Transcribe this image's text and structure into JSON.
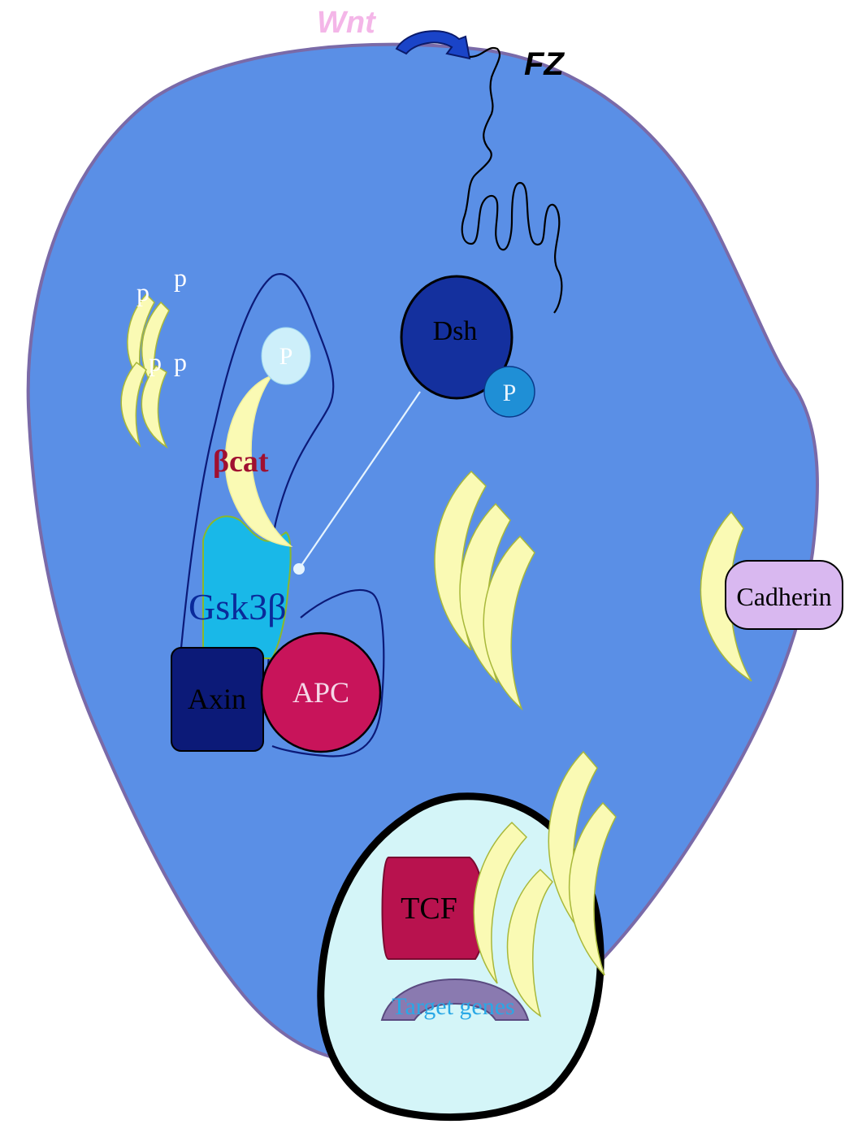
{
  "labels": {
    "wnt": "Wnt",
    "fz": "FZ",
    "dsh": "Dsh",
    "dsh_phospho": "P",
    "bcat_phospho": "P",
    "bcat": "βcat",
    "gsk3b": "Gsk3β",
    "axin": "Axin",
    "apc": "APC",
    "cadherin": "Cadherin",
    "tcf": "TCF",
    "target_genes": "Target genes",
    "phospho_marks": [
      "p",
      "p",
      "p",
      "p"
    ]
  },
  "colors": {
    "cytoplasm": "#5a8fe6",
    "cell_border": "#7a6aa8",
    "nucleus": "#d4f5f8",
    "dsh": "#14309e",
    "dsh_p": "#1f8fd6",
    "bcat": "#fafab4",
    "gsk3b": "#19b8e8",
    "axin": "#0c1a78",
    "apc": "#c8145a",
    "cadherin": "#d9b8f0",
    "tcf": "#b8124e",
    "target_genes": "#8a7ab0",
    "wnt_text": "#f4b6e8",
    "bcat_text": "#a01030",
    "gsk_text": "#0a2a9a",
    "target_text": "#29a8e6"
  }
}
